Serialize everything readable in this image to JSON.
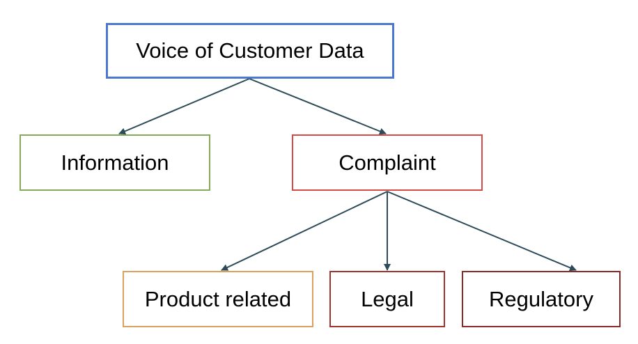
{
  "diagram": {
    "nodes": {
      "root": {
        "label": "Voice of Customer Data",
        "border_color": "#4a78d0"
      },
      "information": {
        "label": "Information",
        "border_color": "#86aa5c"
      },
      "complaint": {
        "label": "Complaint",
        "border_color": "#d84a46"
      },
      "product_related": {
        "label": "Product related",
        "border_color": "#dba05c"
      },
      "legal": {
        "label": "Legal",
        "border_color": "#a0322e"
      },
      "regulatory": {
        "label": "Regulatory",
        "border_color": "#8a2a26"
      }
    },
    "edges": [
      {
        "from": "root",
        "to": "information"
      },
      {
        "from": "root",
        "to": "complaint"
      },
      {
        "from": "complaint",
        "to": "product_related"
      },
      {
        "from": "complaint",
        "to": "legal"
      },
      {
        "from": "complaint",
        "to": "regulatory"
      }
    ],
    "edge_color": "#2c4a58"
  }
}
